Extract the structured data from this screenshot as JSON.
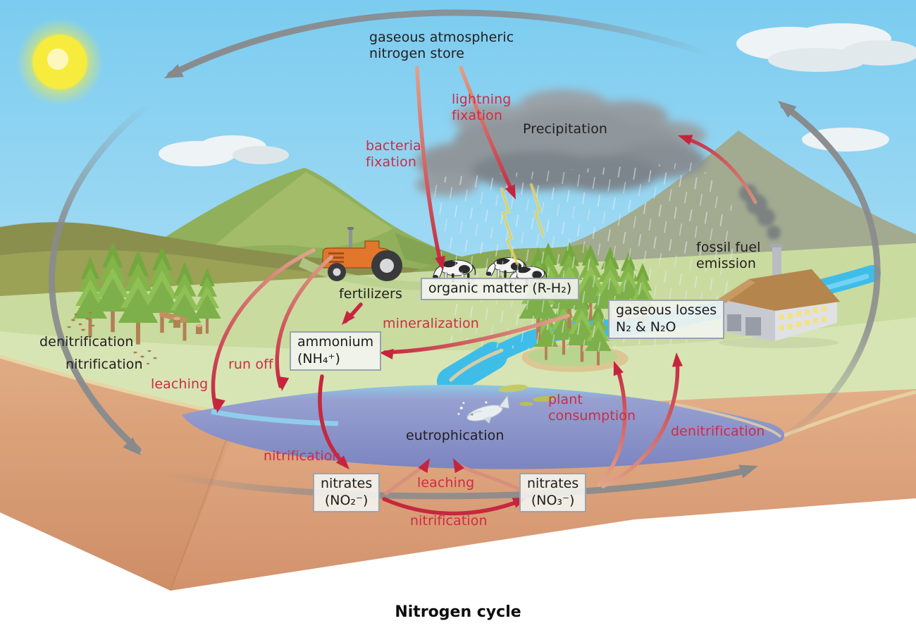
{
  "diagram_type": "nitrogen-cycle-ecosystem-illustration",
  "labels": {
    "title": "Nitrogen cycle",
    "atmosphere_store": "gaseous atmospheric\nnitrogen store",
    "lightning_fixation": "lightning\nfixation",
    "bacteria_fixation": "bacteria\nfixation",
    "precipitation": "Precipitation",
    "fertilizers": "fertilizers",
    "organic_matter": "organic matter (R-H₂)",
    "mineralization": "mineralization",
    "ammonium": "ammonium\n(NH₄⁺)",
    "fossil_fuel_emission": "fossil fuel\nemission",
    "gaseous_losses": "gaseous losses\nN₂ & N₂O",
    "denitrification_left": "denitrification",
    "nitrification_left": "nitrification",
    "leaching_left": "leaching",
    "run_off": "run off",
    "nitrification_mid": "nitrification",
    "nitrates_no2": "nitrates\n(NO₂⁻)",
    "leaching_center": "leaching",
    "nitrates_no3": "nitrates\n(NO₃⁻)",
    "nitrification_bottom": "nitrification",
    "eutrophication": "eutrophication",
    "plant_consumption": "plant\nconsumption",
    "denitrification_right": "denitrification"
  },
  "edges": [
    {
      "from": "atmospheric nitrogen store",
      "to": "organic matter",
      "label": "bacteria fixation"
    },
    {
      "from": "atmospheric nitrogen store",
      "to": "storm cloud / ground",
      "label": "lightning fixation"
    },
    {
      "from": "fertilizers",
      "to": "ammonium",
      "label": ""
    },
    {
      "from": "organic matter",
      "to": "ammonium",
      "label": "mineralization"
    },
    {
      "from": "fertilizers / fields",
      "to": "water body",
      "label": "run off"
    },
    {
      "from": "soil",
      "to": "water body",
      "label": "leaching"
    },
    {
      "from": "ammonium",
      "to": "nitrates (NO₂⁻)",
      "label": "nitrification"
    },
    {
      "from": "nitrates (NO₂⁻)",
      "to": "water body (eutrophication)",
      "label": "leaching"
    },
    {
      "from": "nitrates (NO₃⁻)",
      "to": "water body (eutrophication)",
      "label": "leaching"
    },
    {
      "from": "nitrates (NO₂⁻)",
      "to": "nitrates (NO₃⁻)",
      "label": "nitrification"
    },
    {
      "from": "nitrates (NO₃⁻)",
      "to": "plants / land",
      "label": "plant consumption"
    },
    {
      "from": "nitrates (NO₃⁻)",
      "to": "gaseous losses N₂ & N₂O",
      "label": "denitrification"
    },
    {
      "from": "factory smoke",
      "to": "clouds / atmosphere",
      "label": "fossil fuel emission"
    }
  ],
  "scene_elements": [
    "sun",
    "clouds",
    "storm-cloud",
    "rain",
    "lightning",
    "mountains",
    "forest-trees",
    "tree-stumps",
    "soil-speckles",
    "tractor",
    "cows",
    "factory",
    "smoke-plume",
    "river",
    "lake",
    "soil-cross-section",
    "dead-fish",
    "algae",
    "nitrogen-cycle-ring"
  ],
  "colors": {
    "sky": "#7bccf0",
    "sun": "#f7ec3e",
    "label_black": "#211e1f",
    "label_red": "#cf2b45",
    "arrow_red": "#c5283f",
    "ring_gray": "#898b8d",
    "box_border": "#9ba3ad",
    "box_fill": "#f3f4f0",
    "field_green": "#c9db9f",
    "mountain_green": "#90b05b",
    "river_blue": "#3fbde9",
    "lake_blue": "#8691c5",
    "soil_tan": "#dfa57f"
  }
}
